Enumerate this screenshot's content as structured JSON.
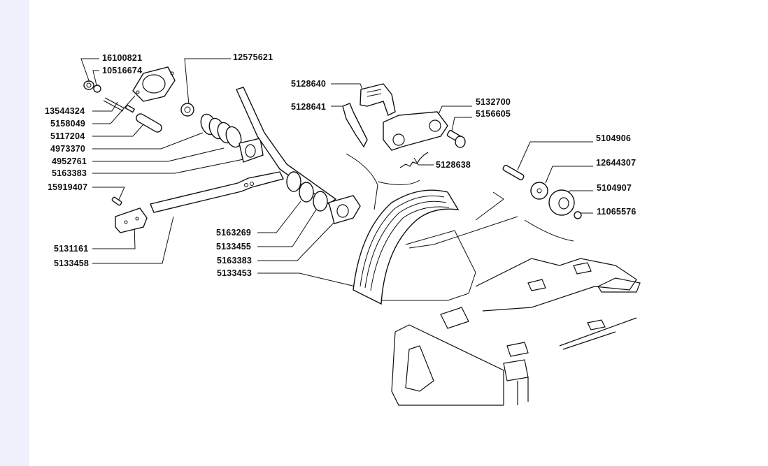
{
  "page": {
    "background": "#ffffff",
    "left_bar_color": "#eef1fb"
  },
  "diagram": {
    "type": "exploded-parts-diagram",
    "subject": "pedal / clutch-brake lever assembly with quadrant and housing",
    "labels": {
      "p16100821": "16100821",
      "p10516674": "10516674",
      "p13544324": "13544324",
      "p5158049": "5158049",
      "p5117204": "5117204",
      "p4973370": "4973370",
      "p4952761": "4952761",
      "p5163383a": "5163383",
      "p15919407": "15919407",
      "p5131161": "5131161",
      "p5133458": "5133458",
      "p12575621": "12575621",
      "p5163269": "5163269",
      "p5133455": "5133455",
      "p5163383b": "5163383",
      "p5133453": "5133453",
      "p5128640": "5128640",
      "p5128641": "5128641",
      "p5132700": "5132700",
      "p5156605": "5156605",
      "p5128638": "5128638",
      "p5104906": "5104906",
      "p12644307": "12644307",
      "p5104907": "5104907",
      "p11065576": "11065576"
    }
  }
}
